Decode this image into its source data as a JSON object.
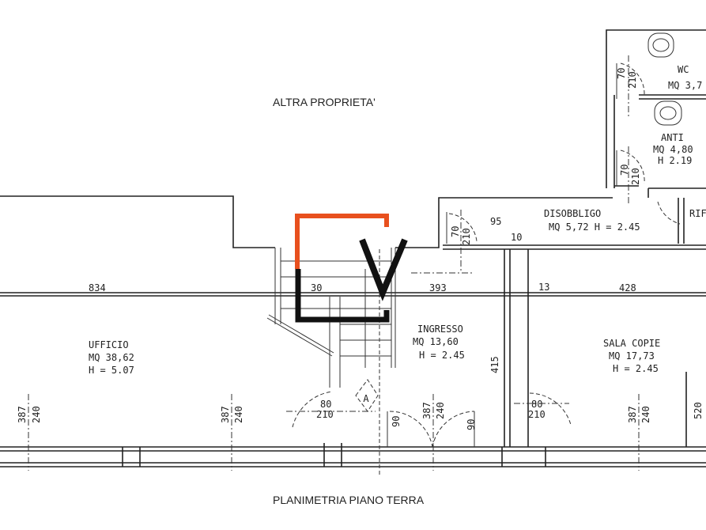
{
  "plan": {
    "top_label": "ALTRA PROPRIETA'",
    "bottom_label": "PLANIMETRIA PIANO TERRA",
    "rooms": [
      {
        "name": "UFFICIO",
        "area": "MQ 38,62",
        "height": "H = 5.07"
      },
      {
        "name": "INGRESSO",
        "area": "MQ  13,60",
        "height": "H = 2.45"
      },
      {
        "name": "SALA COPIE",
        "area": "MQ 17,73",
        "height": "H = 2.45"
      },
      {
        "name": "DISOBBLIGO",
        "area": "MQ 5,72  H = 2.45",
        "height": ""
      },
      {
        "name": "WC",
        "area": "MQ 3,7",
        "height": ""
      },
      {
        "name": "ANTI",
        "area": "MQ 4,80",
        "height": "H 2.19"
      },
      {
        "name": "RIF",
        "area": "",
        "height": ""
      }
    ],
    "dimensions": [
      "834",
      "30",
      "393",
      "13",
      "428",
      "95",
      "10",
      "415",
      "520"
    ],
    "openings": {
      "window": [
        "387",
        "240"
      ],
      "door_80": [
        "80",
        "210"
      ],
      "door_70": [
        "70",
        "210"
      ],
      "door_90": "90"
    },
    "stair_marker": "A"
  },
  "logo": {
    "text": "LV",
    "accent": "#e8501e",
    "dark": "#111111"
  }
}
